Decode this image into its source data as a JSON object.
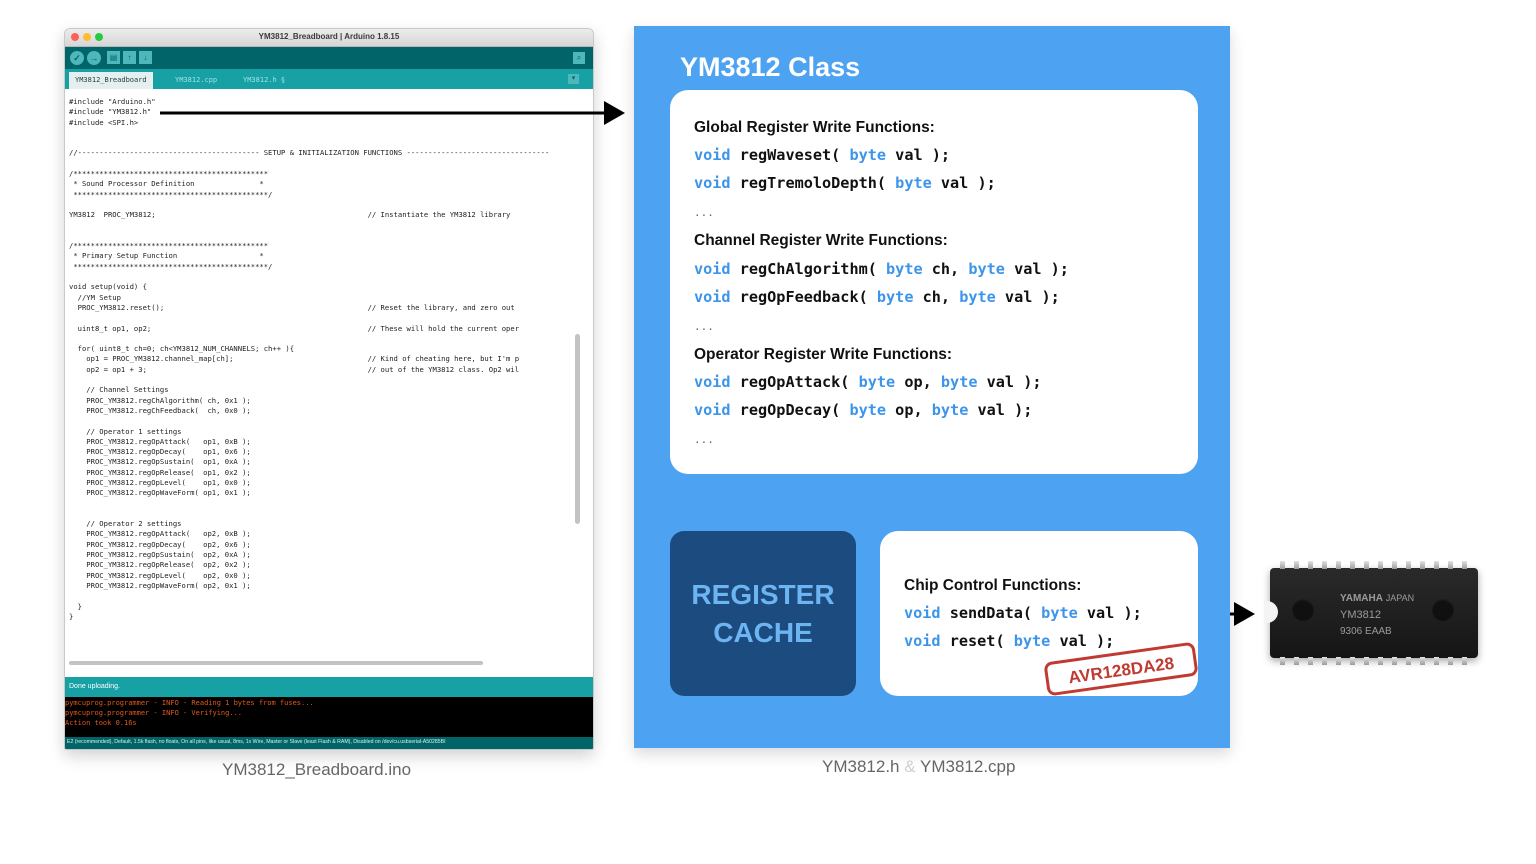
{
  "ide": {
    "window_title": "YM3812_Breadboard | Arduino 1.8.15",
    "tabs": [
      "YM3812_Breadboard",
      "YM3812.cpp",
      "YM3812.h §"
    ],
    "code": "#include \"Arduino.h\"\n#include \"YM3812.h\"\n#include <SPI.h>\n\n\n//------------------------------------------ SETUP & INITIALIZATION FUNCTIONS ---------------------------------\n\n/*********************************************\n * Sound Processor Definition               *\n *********************************************/\n\nYM3812  PROC_YM3812;                                                 // Instantiate the YM3812 library\n\n\n/*********************************************\n * Primary Setup Function                   *\n *********************************************/\n\nvoid setup(void) {\n  //YM Setup\n  PROC_YM3812.reset();                                               // Reset the library, and zero out\n\n  uint8_t op1, op2;                                                  // These will hold the current oper\n\n  for( uint8_t ch=0; ch<YM3812_NUM_CHANNELS; ch++ ){\n    op1 = PROC_YM3812.channel_map[ch];                               // Kind of cheating here, but I'm p\n    op2 = op1 + 3;                                                   // out of the YM3812 class. Op2 wil\n\n    // Channel Settings\n    PROC_YM3812.regChAlgorithm( ch, 0x1 );\n    PROC_YM3812.regChFeedback(  ch, 0x0 );\n\n    // Operator 1 settings\n    PROC_YM3812.regOpAttack(   op1, 0xB );\n    PROC_YM3812.regOpDecay(    op1, 0x6 );\n    PROC_YM3812.regOpSustain(  op1, 0xA );\n    PROC_YM3812.regOpRelease(  op1, 0x2 );\n    PROC_YM3812.regOpLevel(    op1, 0x0 );\n    PROC_YM3812.regOpWaveForm( op1, 0x1 );\n\n\n    // Operator 2 settings\n    PROC_YM3812.regOpAttack(   op2, 0xB );\n    PROC_YM3812.regOpDecay(    op2, 0x6 );\n    PROC_YM3812.regOpSustain(  op2, 0xA );\n    PROC_YM3812.regOpRelease(  op2, 0x2 );\n    PROC_YM3812.regOpLevel(    op2, 0x0 );\n    PROC_YM3812.regOpWaveForm( op2, 0x1 );\n\n  }\n}",
    "status": "Done uploading.",
    "console": "pymcuprog.programmer - INFO - Reading 1 bytes from fuses...\npymcuprog.programmer - INFO - Verifying...\nAction took 0.16s",
    "board_info": "E2 (recommended), Default, 1.5k flash, no floats, On all pins, like usual, 8ms, 1x Wire, Master or Slave (least Flash & RAM), Disabled on /dev/cu.usbserial-A50285BI"
  },
  "captions": {
    "left": "YM3812_Breadboard.ino",
    "right_a": "YM3812.h",
    "right_amp": "&",
    "right_b": "YM3812.cpp"
  },
  "panel": {
    "title": "YM3812 Class",
    "sections": [
      {
        "heading": "Global Register Write Functions:",
        "functions": [
          {
            "ret": "void",
            "name": "regWaveset( ",
            "params": [
              {
                "type": "byte",
                "name": "val"
              }
            ]
          },
          {
            "ret": "void",
            "name": "regTremoloDepth( ",
            "params": [
              {
                "type": "byte",
                "name": "val"
              }
            ]
          }
        ],
        "ellipsis": "..."
      },
      {
        "heading": "Channel Register Write Functions:",
        "functions": [
          {
            "ret": "void",
            "name": "regChAlgorithm( ",
            "params": [
              {
                "type": "byte",
                "name": "ch"
              },
              {
                "type": "byte",
                "name": "val"
              }
            ]
          },
          {
            "ret": "void",
            "name": "regOpFeedback( ",
            "params": [
              {
                "type": "byte",
                "name": "ch"
              },
              {
                "type": "byte",
                "name": "val"
              }
            ]
          }
        ],
        "ellipsis": "..."
      },
      {
        "heading": "Operator Register Write Functions:",
        "functions": [
          {
            "ret": "void",
            "name": "regOpAttack( ",
            "params": [
              {
                "type": "byte",
                "name": "op"
              },
              {
                "type": "byte",
                "name": "val"
              }
            ]
          },
          {
            "ret": "void",
            "name": "regOpDecay( ",
            "params": [
              {
                "type": "byte",
                "name": "op"
              },
              {
                "type": "byte",
                "name": "val"
              }
            ]
          }
        ],
        "ellipsis": "..."
      }
    ],
    "cache_lines": [
      "REGISTER",
      "CACHE"
    ],
    "chip_control": {
      "heading": "Chip Control Functions:",
      "functions": [
        {
          "ret": "void",
          "name": "sendData( ",
          "params": [
            {
              "type": "byte",
              "name": "val"
            }
          ]
        },
        {
          "ret": "void",
          "name": "reset( ",
          "params": [
            {
              "type": "byte",
              "name": "val"
            }
          ]
        }
      ]
    },
    "stamp": "AVR128DA28"
  },
  "chip": {
    "brand": "YAMAHA",
    "origin": "JAPAN",
    "part": "YM3812",
    "code": "9306 EAAB"
  },
  "colors": {
    "panel_blue": "#4da3f2",
    "keyword_blue": "#3d95ea",
    "cache_navy": "#1c4c7f",
    "arduino_teal": "#17a1a5",
    "stamp_red": "#c03a32"
  }
}
